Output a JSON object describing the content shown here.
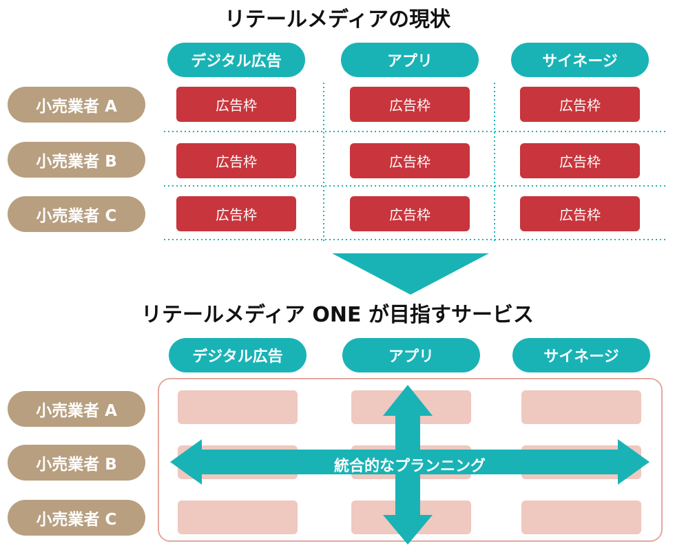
{
  "colors": {
    "teal": "#19b3b6",
    "retailer": "#b79f80",
    "ad_slot": "#c8353c",
    "soft_slot": "#efc8bf",
    "frame": "#e3a79d",
    "title": "#111111"
  },
  "current": {
    "title": "リテールメディアの現状",
    "channels": [
      "デジタル広告",
      "アプリ",
      "サイネージ"
    ],
    "retailers": [
      "小売業者 A",
      "小売業者 B",
      "小売業者 C"
    ],
    "slot_label": "広告枠"
  },
  "future": {
    "title": "リテールメディア ONE が目指すサービス",
    "channels": [
      "デジタル広告",
      "アプリ",
      "サイネージ"
    ],
    "retailers": [
      "小売業者 A",
      "小売業者 B",
      "小売業者 C"
    ],
    "center_label": "統合的なプランニング"
  }
}
